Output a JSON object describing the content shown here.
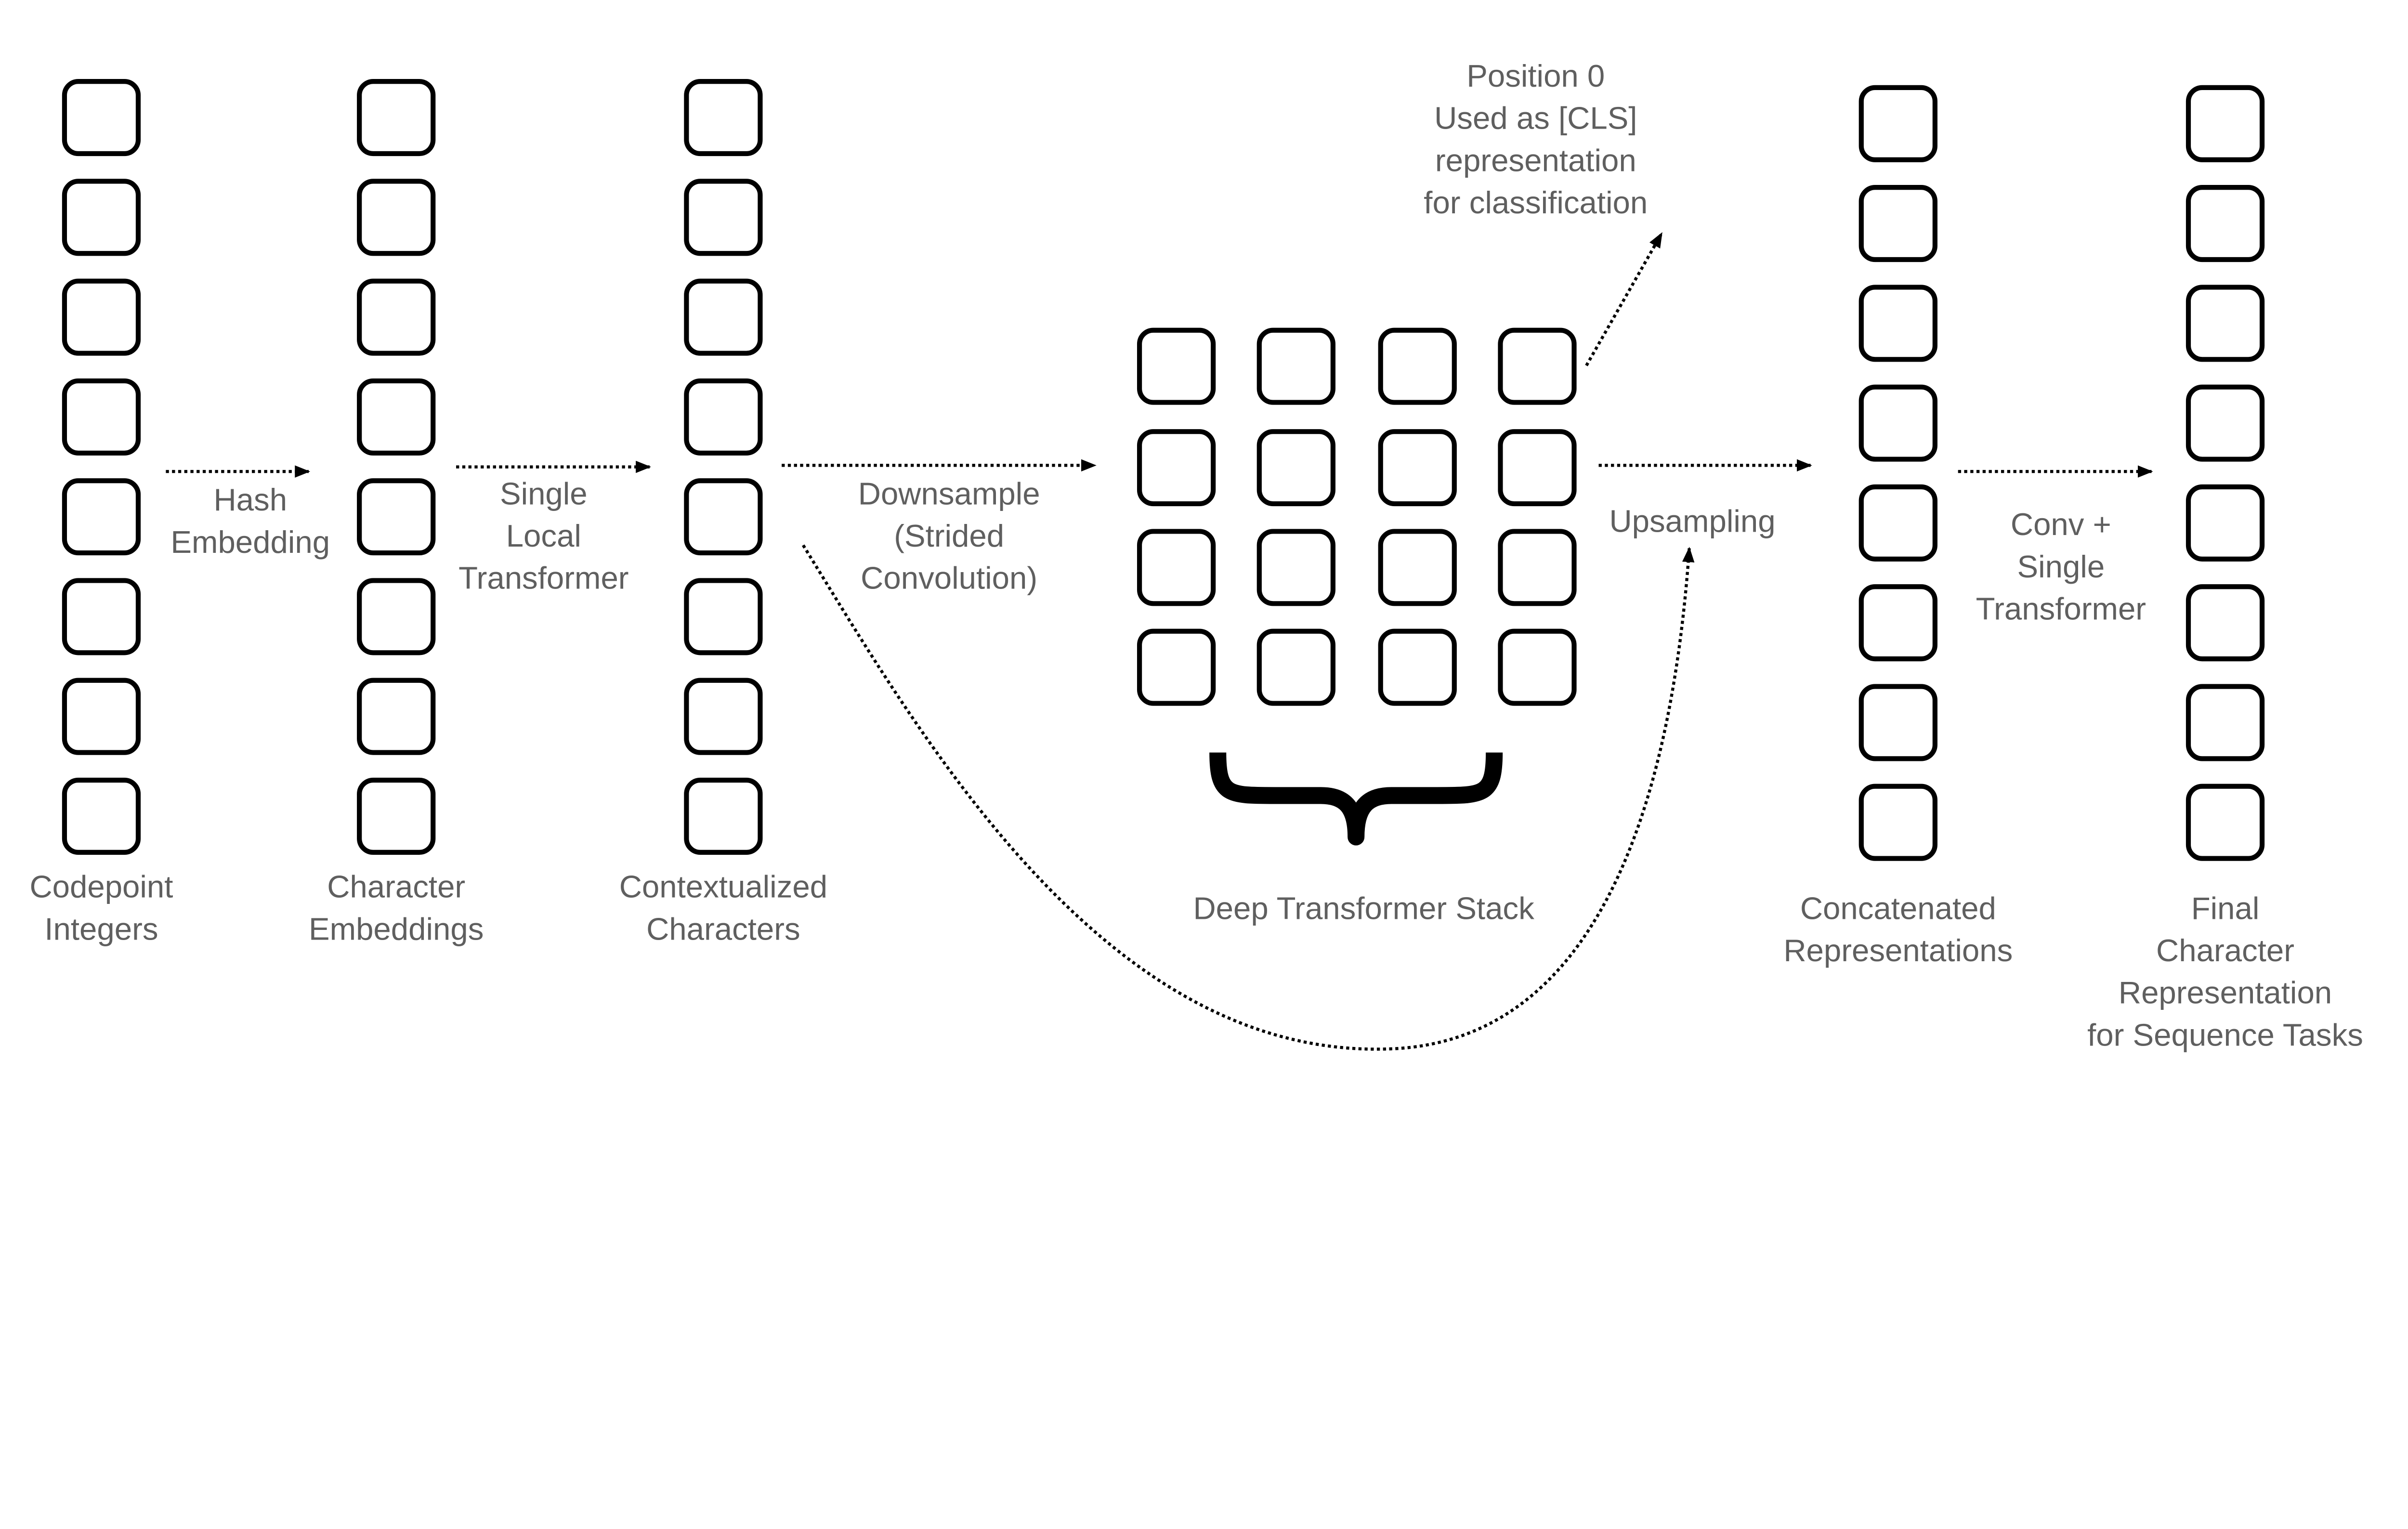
{
  "colors": {
    "text": "#5f5f5f",
    "stroke": "#000000",
    "background": "#ffffff"
  },
  "columns": [
    {
      "id": "codepoint-integers",
      "label": [
        "Codepoint",
        "Integers"
      ],
      "cells": 8
    },
    {
      "id": "character-embeddings",
      "label": [
        "Character",
        "Embeddings"
      ],
      "cells": 8
    },
    {
      "id": "contextualized-characters",
      "label": [
        "Contextualized",
        "Characters"
      ],
      "cells": 8
    },
    {
      "id": "concatenated-representations",
      "label": [
        "Concatenated",
        "Representations"
      ],
      "cells": 8
    },
    {
      "id": "final-character-representation",
      "label": [
        "Final",
        "Character",
        "Representation",
        "for Sequence Tasks"
      ],
      "cells": 8
    }
  ],
  "deep_stack": {
    "label": "Deep Transformer Stack",
    "rows": 4,
    "cols": 4
  },
  "edges": [
    {
      "id": "hash-embedding",
      "label": [
        "Hash",
        "Embedding"
      ]
    },
    {
      "id": "single-local-transformer",
      "label": [
        "Single",
        "Local",
        "Transformer"
      ]
    },
    {
      "id": "downsample",
      "label": [
        "Downsample",
        "(Strided",
        "Convolution)"
      ]
    },
    {
      "id": "upsampling",
      "label": [
        "Upsampling"
      ]
    },
    {
      "id": "conv-single-transformer",
      "label": [
        "Conv +",
        "Single",
        "Transformer"
      ]
    },
    {
      "id": "cls-output",
      "label": [
        "Position 0",
        "Used as [CLS]",
        "representation",
        "for classification"
      ]
    },
    {
      "id": "residual-skip",
      "label": []
    }
  ]
}
